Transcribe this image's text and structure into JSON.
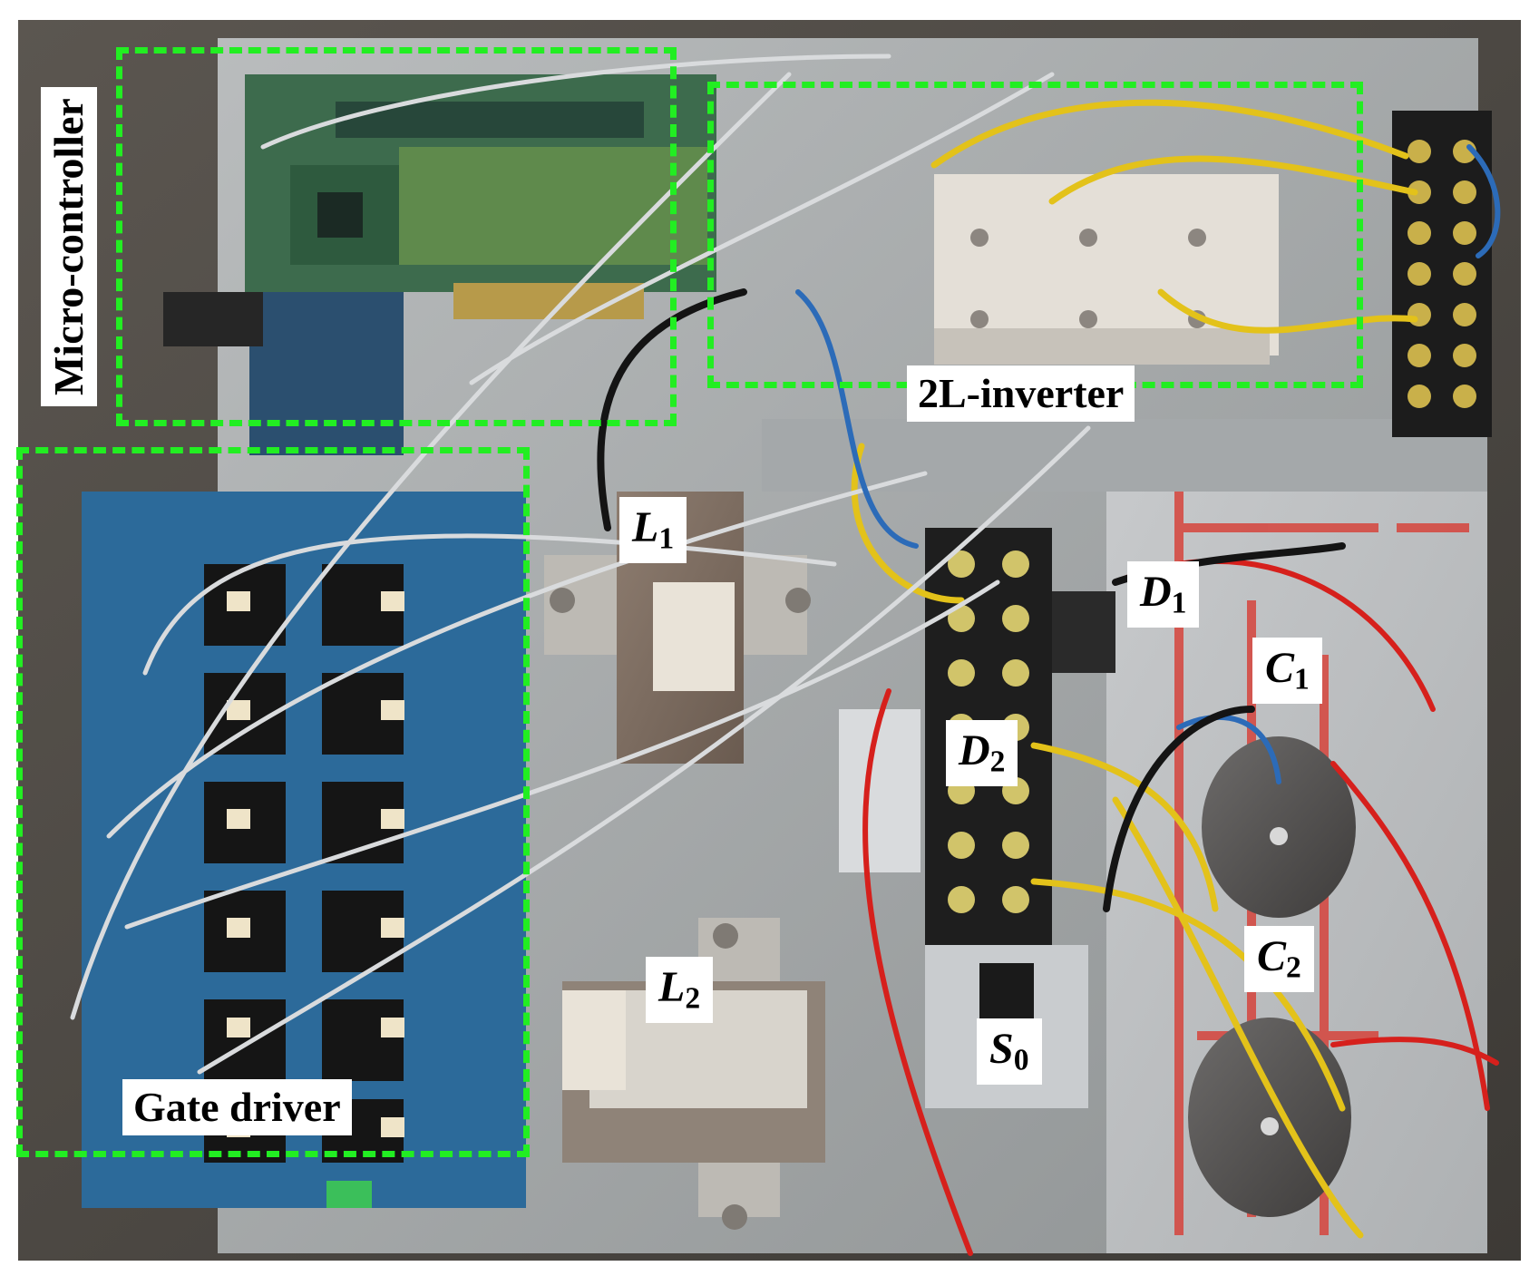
{
  "regions": {
    "micro_controller": "Micro-controller",
    "inverter": "2L-inverter",
    "gate_driver": "Gate driver"
  },
  "components": {
    "L1": {
      "symbol": "L",
      "sub": "1"
    },
    "L2": {
      "symbol": "L",
      "sub": "2"
    },
    "D1": {
      "symbol": "D",
      "sub": "1"
    },
    "D2": {
      "symbol": "D",
      "sub": "2"
    },
    "C1": {
      "symbol": "C",
      "sub": "1"
    },
    "C2": {
      "symbol": "C",
      "sub": "2"
    },
    "S0": {
      "symbol": "S",
      "sub": "0"
    }
  },
  "colors": {
    "highlight_box": "#22ee22",
    "label_bg": "#ffffff",
    "board_blue": "#2c6a9a",
    "wire_yellow": "#e3c21a",
    "wire_red": "#d6201c"
  }
}
